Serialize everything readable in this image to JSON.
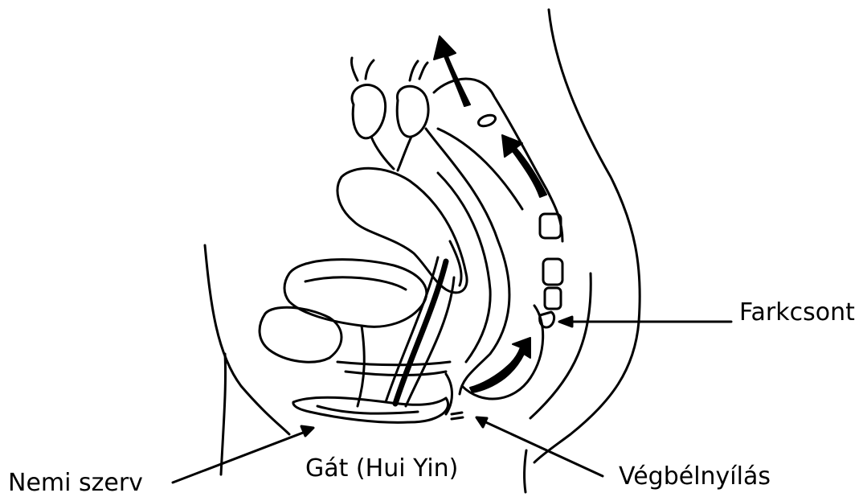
{
  "labels": {
    "farkcsont": "Farkcsont",
    "gat": "Gát (Hui Yin)",
    "vegbelnyilas": "Végbélnyílás",
    "nemi_szerv": "Nemi szerv"
  },
  "colors": {
    "ink": "#000000",
    "paper": "#ffffff"
  }
}
